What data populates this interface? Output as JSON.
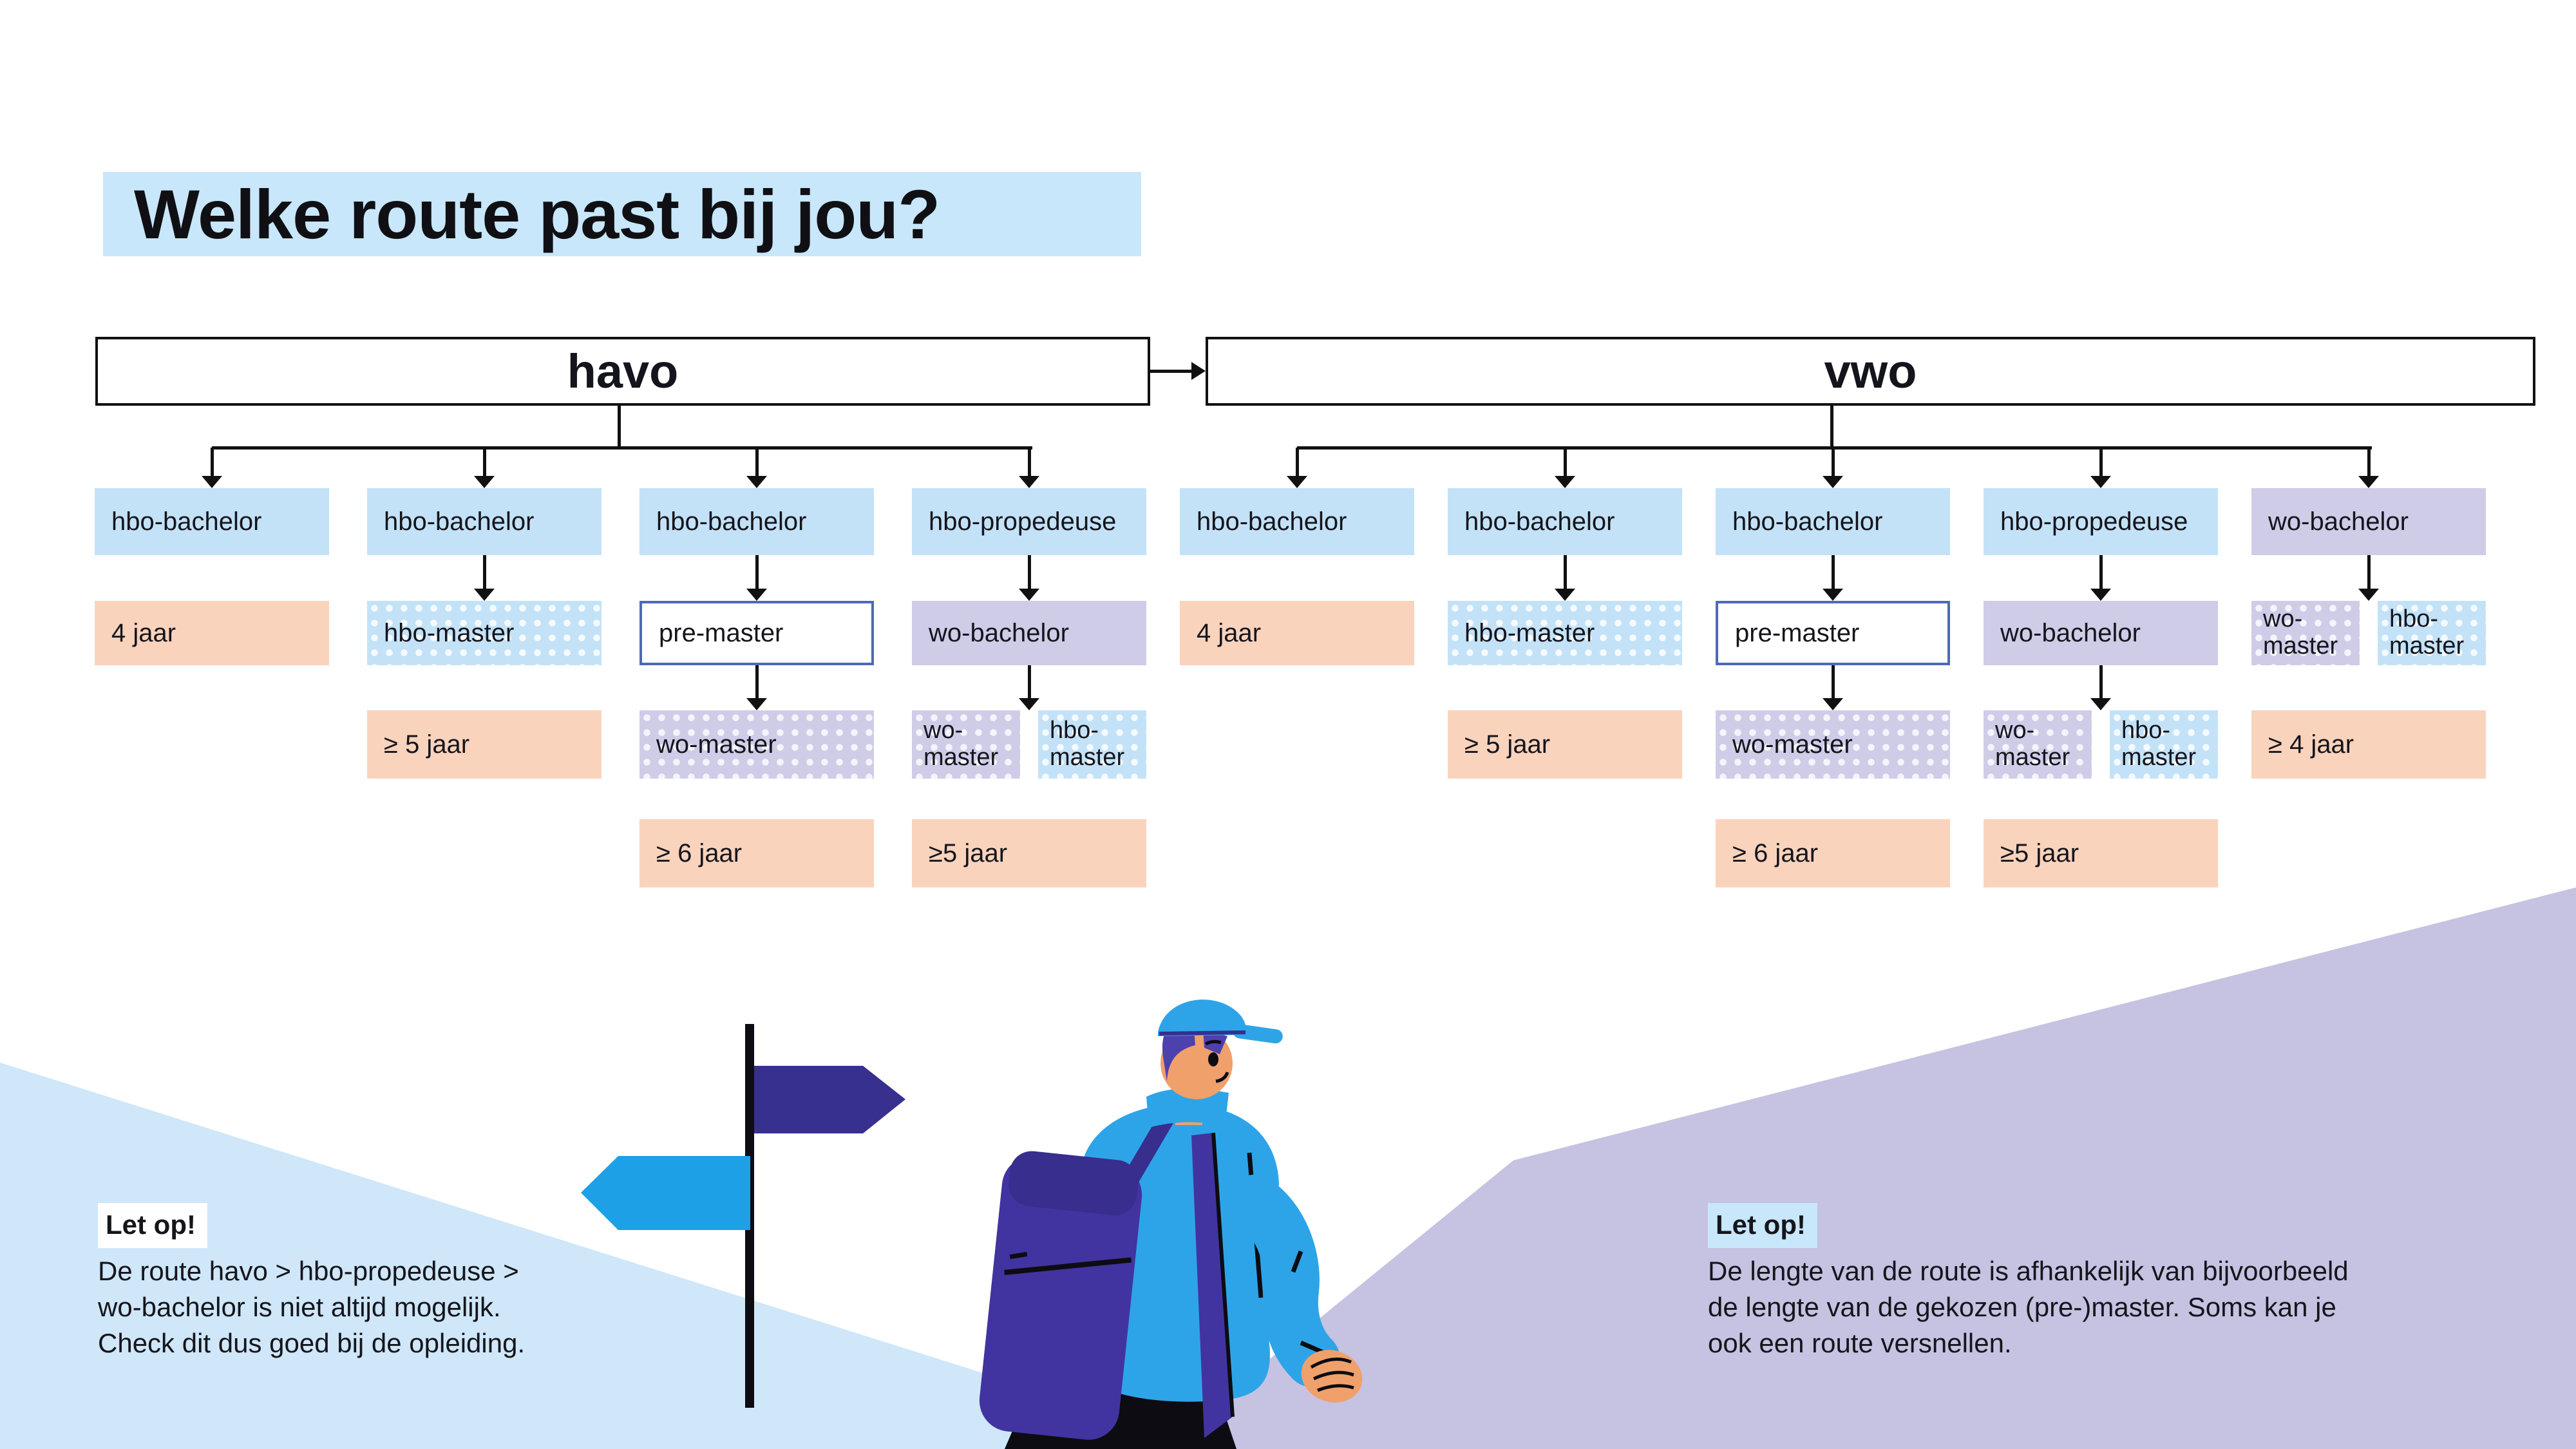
{
  "title": "Welke route past bij jou?",
  "headers": {
    "havo": "havo",
    "vwo": "vwo"
  },
  "colors": {
    "box_blue": "#c3e2f7",
    "box_peach": "#fad3bd",
    "box_lavender": "#cfcce8",
    "outline_border": "#4f68b8",
    "highlight_blue": "#c8e7fa",
    "triangle_blue": "#cfe7f8",
    "triangle_purple": "#c6c2e1",
    "arrow_black": "#111111",
    "sign_dark": "#37308f",
    "sign_blue": "#1ea0e6",
    "jacket_blue": "#2ea4e8",
    "backpack_purple": "#4134a0",
    "skin": "#f0a06a"
  },
  "flow": {
    "havo": [
      {
        "cells": [
          {
            "label": "hbo-bachelor"
          },
          {
            "label": "4 jaar"
          }
        ]
      },
      {
        "cells": [
          {
            "label": "hbo-bachelor"
          },
          {
            "label": "hbo-master"
          },
          {
            "label": "≥ 5 jaar"
          }
        ]
      },
      {
        "cells": [
          {
            "label": "hbo-bachelor"
          },
          {
            "label": "pre-master"
          },
          {
            "label": "wo-master"
          },
          {
            "label": "≥ 6 jaar"
          }
        ]
      },
      {
        "cells": [
          {
            "label": "hbo-propedeuse"
          },
          {
            "label": "wo-bachelor"
          },
          {
            "line1": "wo-",
            "line2": "master"
          },
          {
            "line1": "hbo-",
            "line2": "master"
          },
          {
            "label": "≥5 jaar"
          }
        ]
      }
    ],
    "vwo": [
      {
        "cells": [
          {
            "label": "hbo-bachelor"
          },
          {
            "label": "4 jaar"
          }
        ]
      },
      {
        "cells": [
          {
            "label": "hbo-bachelor"
          },
          {
            "label": "hbo-master"
          },
          {
            "label": "≥ 5 jaar"
          }
        ]
      },
      {
        "cells": [
          {
            "label": "hbo-bachelor"
          },
          {
            "label": "pre-master"
          },
          {
            "label": "wo-master"
          },
          {
            "label": "≥ 6 jaar"
          }
        ]
      },
      {
        "cells": [
          {
            "label": "hbo-propedeuse"
          },
          {
            "label": "wo-bachelor"
          },
          {
            "line1": "wo-",
            "line2": "master"
          },
          {
            "line1": "hbo-",
            "line2": "master"
          },
          {
            "label": "≥5 jaar"
          }
        ]
      },
      {
        "cells": [
          {
            "label": "wo-bachelor"
          },
          {
            "line1": "wo-",
            "line2": "master"
          },
          {
            "line1": "hbo-",
            "line2": "master"
          },
          {
            "label": "≥ 4 jaar"
          }
        ]
      }
    ]
  },
  "notes": {
    "left": {
      "chip": "Let op!",
      "lines": [
        "De route havo > hbo-propedeuse >",
        "wo-bachelor is niet altijd mogelijk.",
        "Check dit dus goed bij de opleiding."
      ]
    },
    "right": {
      "chip": "Let op!",
      "lines": [
        "De lengte van de route is afhankelijk van bijvoorbeeld",
        "de lengte van de gekozen (pre-)master. Soms kan je",
        "ook een route versnellen."
      ]
    }
  }
}
